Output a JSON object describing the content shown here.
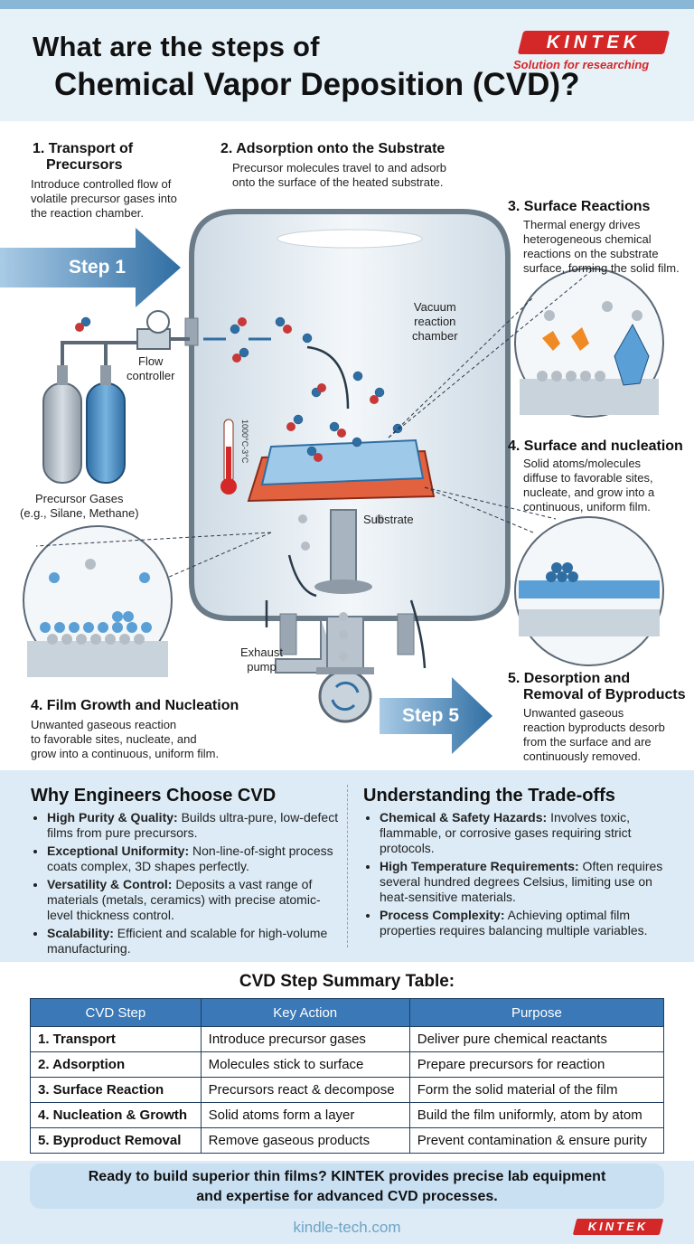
{
  "header": {
    "title_line1": "What are the steps of",
    "title_line2": "Chemical Vapor Deposition (CVD)?",
    "brand": "KINTEK",
    "tagline": "Solution for researching"
  },
  "diagram": {
    "step1": {
      "title_line1": "1. Transport of",
      "title_line2": "Precursors",
      "text_line1": "Introduce controlled flow of",
      "text_line2": "volatile precursor gases into",
      "text_line3": "the reaction chamber."
    },
    "step2": {
      "title": "2. Adsorption onto the Substrate",
      "text_line1": "Precursor molecules travel to and adsorb",
      "text_line2": "onto the surface of the heated substrate."
    },
    "step3": {
      "title": "3. Surface Reactions",
      "text_line1": "Thermal energy drives",
      "text_line2": "heterogeneous chemical",
      "text_line3": "reactions on the substrate",
      "text_line4": "surface, forming the solid film."
    },
    "step4_right": {
      "title": "4. Surface and nucleation",
      "text_line1": "Solid atoms/molecules",
      "text_line2": "diffuse to favorable sites,",
      "text_line3": "nucleate, and grow into a",
      "text_line4": "continuous, uniform film."
    },
    "step4_left": {
      "title": "4. Film Growth and Nucleation",
      "text_line1": "Unwanted gaseous reaction",
      "text_line2": "to favorable sites, nucleate, and",
      "text_line3": "grow into a continuous, uniform film."
    },
    "step5": {
      "title_line1": "5. Desorption and",
      "title_line2": "Removal of Byproducts",
      "text_line1": "Unwanted gaseous",
      "text_line2": "reaction byproducts desorb",
      "text_line3": "from the surface and are",
      "text_line4": "continuously removed."
    },
    "step1_arrow": "Step 1",
    "step5_arrow": "Step 5",
    "flow_controller_line1": "Flow",
    "flow_controller_line2": "controller",
    "vacuum_line1": "Vacuum",
    "vacuum_line2": "reaction",
    "vacuum_line3": "chamber",
    "precursor_line1": "Precursor Gases",
    "precursor_line2": "(e.g., Silane, Methane)",
    "substrate": "Substrate",
    "exhaust_line1": "Exhaust",
    "exhaust_line2": "pump",
    "thermometer": "1000°C-3°C"
  },
  "benefits": {
    "title": "Why Engineers Choose CVD",
    "items": [
      {
        "bold": "High Purity & Quality:",
        "text": " Builds ultra-pure, low-defect films from pure precursors."
      },
      {
        "bold": "Exceptional Uniformity:",
        "text": " Non-line-of-sight process coats complex, 3D shapes perfectly."
      },
      {
        "bold": "Versatility & Control:",
        "text": " Deposits a vast range of materials (metals, ceramics) with precise atomic-level thickness control."
      },
      {
        "bold": "Scalability:",
        "text": " Efficient and scalable for high-volume manufacturing."
      }
    ]
  },
  "tradeoffs": {
    "title": "Understanding the Trade-offs",
    "items": [
      {
        "bold": "Chemical & Safety Hazards:",
        "text": " Involves toxic, flammable, or corrosive gases requiring strict protocols."
      },
      {
        "bold": "High Temperature Requirements:",
        "text": " Often requires several hundred degrees Celsius, limiting use on heat-sensitive materials."
      },
      {
        "bold": "Process Complexity:",
        "text": " Achieving optimal film properties requires balancing multiple variables."
      }
    ]
  },
  "table": {
    "title": "CVD Step Summary Table:",
    "headers": [
      "CVD Step",
      "Key Action",
      "Purpose"
    ],
    "rows": [
      [
        "1. Transport",
        "Introduce precursor gases",
        "Deliver pure chemical reactants"
      ],
      [
        "2. Adsorption",
        "Molecules stick to surface",
        "Prepare precursors for reaction"
      ],
      [
        "3. Surface Reaction",
        "Precursors react & decompose",
        "Form the solid material of the film"
      ],
      [
        "4. Nucleation & Growth",
        "Solid atoms form a layer",
        "Build the film uniformly, atom by atom"
      ],
      [
        "5. Byproduct Removal",
        "Remove gaseous products",
        "Prevent contamination & ensure purity"
      ]
    ]
  },
  "cta": {
    "line1": "Ready to build superior thin films? KINTEK provides precise lab equipment",
    "line2": "and expertise for advanced CVD processes."
  },
  "footer": {
    "url": "kindle-tech.com",
    "brand": "KINTEK"
  },
  "colors": {
    "brand_red": "#d42828",
    "accent_blue": "#3a78b8",
    "arrow_blue": "#2f6ea3"
  }
}
